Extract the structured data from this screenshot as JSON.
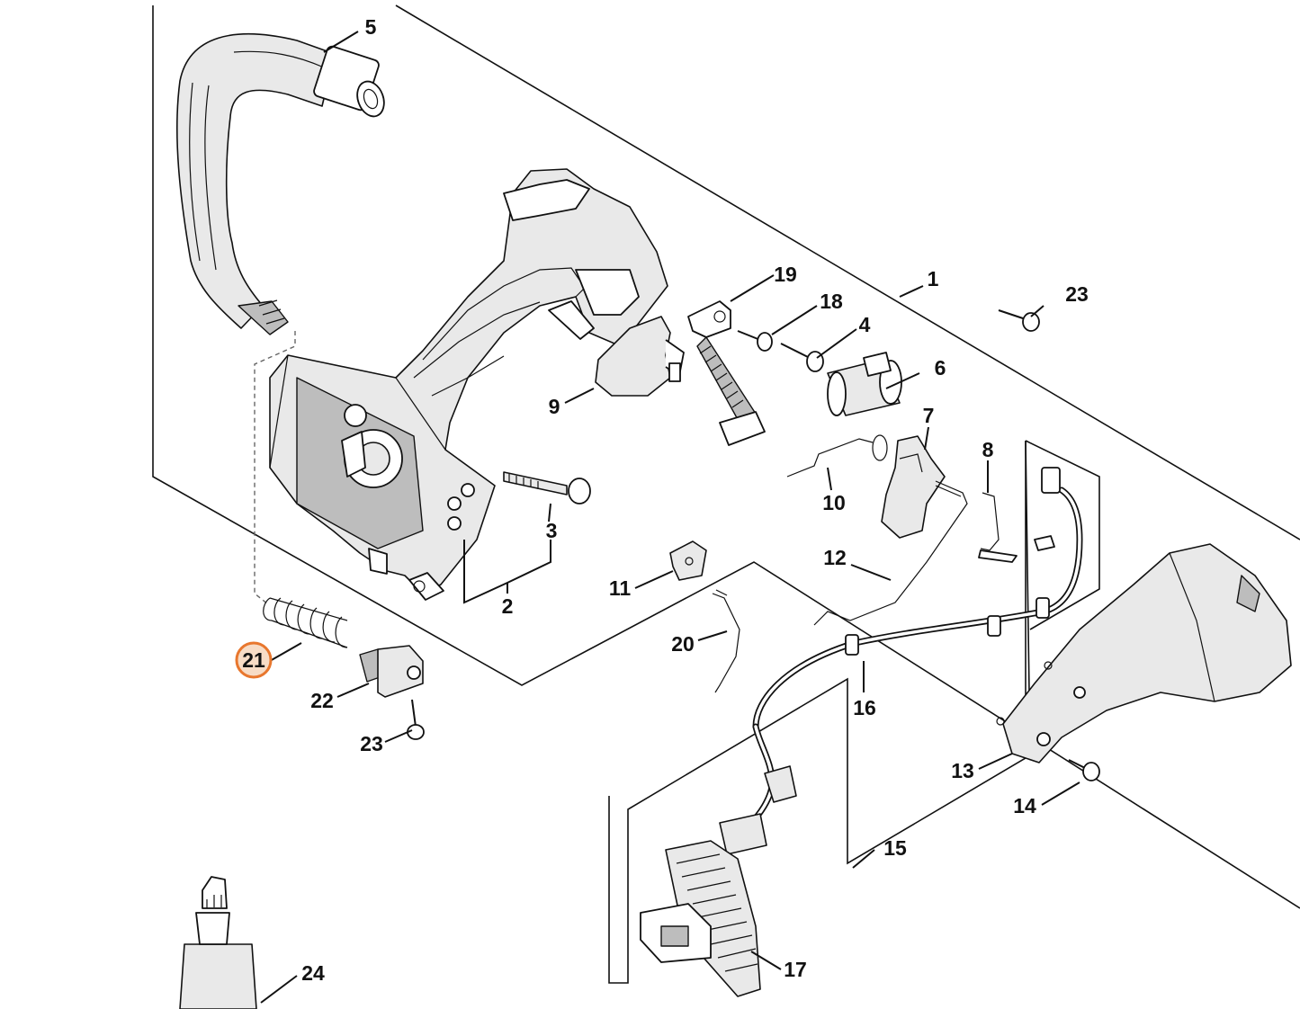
{
  "diagram": {
    "accent_color": "#e8772e",
    "highlighted_part": "21",
    "callouts": [
      {
        "id": "c1",
        "label": "1"
      },
      {
        "id": "c2",
        "label": "2"
      },
      {
        "id": "c3",
        "label": "3"
      },
      {
        "id": "c4",
        "label": "4"
      },
      {
        "id": "c5",
        "label": "5"
      },
      {
        "id": "c6",
        "label": "6"
      },
      {
        "id": "c7",
        "label": "7"
      },
      {
        "id": "c8",
        "label": "8"
      },
      {
        "id": "c9",
        "label": "9"
      },
      {
        "id": "c10",
        "label": "10"
      },
      {
        "id": "c11",
        "label": "11"
      },
      {
        "id": "c12",
        "label": "12"
      },
      {
        "id": "c13",
        "label": "13"
      },
      {
        "id": "c14",
        "label": "14"
      },
      {
        "id": "c15",
        "label": "15"
      },
      {
        "id": "c16",
        "label": "16"
      },
      {
        "id": "c17",
        "label": "17"
      },
      {
        "id": "c18",
        "label": "18"
      },
      {
        "id": "c19",
        "label": "19"
      },
      {
        "id": "c20",
        "label": "20"
      },
      {
        "id": "c21",
        "label": "21"
      },
      {
        "id": "c22",
        "label": "22"
      },
      {
        "id": "c23a",
        "label": "23"
      },
      {
        "id": "c23b",
        "label": "23"
      },
      {
        "id": "c24",
        "label": "24"
      }
    ]
  }
}
